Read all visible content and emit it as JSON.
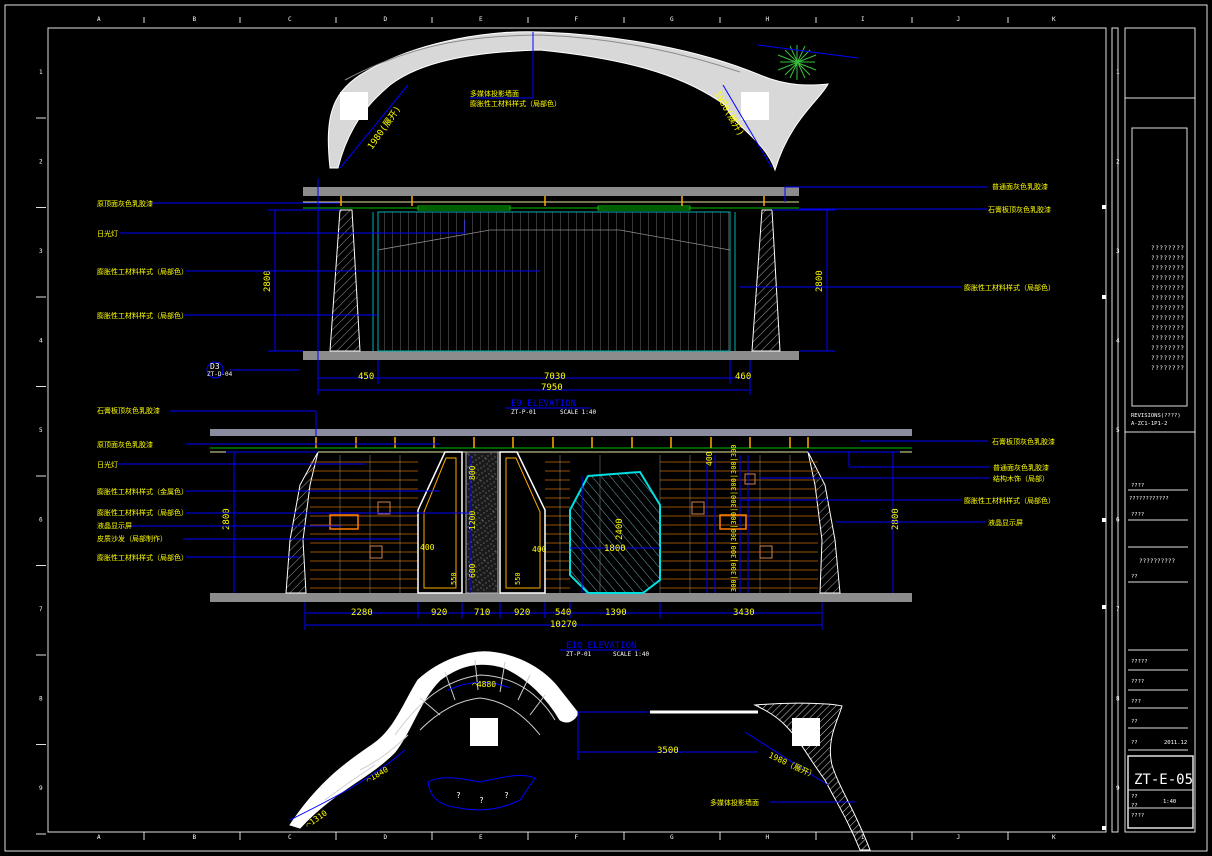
{
  "grid": {
    "columns": [
      "A",
      "B",
      "C",
      "D",
      "E",
      "F",
      "G",
      "H",
      "I",
      "J",
      "K"
    ],
    "rows": [
      "1",
      "2",
      "3",
      "4",
      "5",
      "6",
      "7",
      "8",
      "9"
    ]
  },
  "e9": {
    "title": "E9  ELEVATION",
    "ref": "ZT-P-01",
    "scale": "SCALE  1:40",
    "dims": {
      "d450": "450",
      "d7030": "7030",
      "d460": "460",
      "d7950": "7950",
      "h2800_left": "2800",
      "h2800_right": "2800",
      "arc_left": "1980(展开)",
      "arc_right": "1980(展开)"
    },
    "section_marker": {
      "code": "D3",
      "ref": "ZT-D-04"
    },
    "notes_top": [
      "多媒体投影墙面",
      "膨胀性工材料样式（局部色）"
    ],
    "notes_left": [
      "原顶面灰色乳胶漆",
      "日光灯",
      "膨胀性工材料样式（局部色）",
      "膨胀性工材料样式（局部色）"
    ],
    "notes_right": [
      "普通面灰色乳胶漆",
      "石膏板顶灰色乳胶漆",
      "膨胀性工材料样式（局部色）"
    ]
  },
  "e10": {
    "title": "E10  ELEVATION",
    "ref": "ZT-P-01",
    "scale": "SCALE  1:40",
    "dims_bottom": [
      "2280",
      "920",
      "710",
      "920",
      "540",
      "1390",
      "3430"
    ],
    "dim_total": "10270",
    "height_left": "2800",
    "height_right": "2800",
    "dims_inner": {
      "d800": "800",
      "d1200": "1200",
      "d600": "600",
      "d400a": "400",
      "d400b": "400",
      "d550a": "550",
      "d550b": "550",
      "d2400": "2400",
      "d1800": "1800",
      "d400c": "400",
      "stack": "300|300|300|300|300|300|300|300|300"
    },
    "notes_left": [
      "石膏板顶灰色乳胶漆",
      "原顶面灰色乳胶漆",
      "日光灯",
      "膨胀性工材料样式（金属色）",
      "膨胀性工材料样式（局部色）",
      "液晶显示屏",
      "皮质沙发（局部制作）",
      "膨胀性工材料样式（局部色）"
    ],
    "notes_right": [
      "石膏板顶灰色乳胶漆",
      "普通面灰色乳胶漆",
      "结构木饰（局部）",
      "膨胀性工材料样式（局部色）",
      "液晶显示屏"
    ]
  },
  "plan": {
    "dims": {
      "r4880": "⌒4880",
      "r1840": "⌒1840",
      "r1310": "⌒1310",
      "d3500": "3500",
      "d1980": "1980（展开）"
    },
    "note": "多媒体投影墙面",
    "marks": [
      "?",
      "?",
      "?"
    ]
  },
  "title_block": {
    "revisions": "REVISIONS(????)",
    "rev_date": "A-ZC1-1P1-2",
    "sheet_name": "????????????",
    "field_a": "????",
    "field_b": "????",
    "project": "??????????",
    "field_c": "??",
    "rows": [
      "?????",
      "????",
      "???",
      "??",
      "??",
      "??"
    ],
    "date": "2011.12",
    "drawing_no": "ZT-E-05",
    "scale_label": "??",
    "scale_value": "1:40",
    "footer": "????",
    "rev_marks": [
      "?",
      "?",
      "?",
      "?",
      "?",
      "?",
      "?",
      "?",
      "?",
      "?",
      "?",
      "?",
      "?"
    ]
  },
  "colors": {
    "yellow": "#ffff00",
    "blue": "#0000ff",
    "white": "#ffffff",
    "gray": "#8c8c8c",
    "cyan": "#00e0e0",
    "orange": "#ff7f00",
    "red": "#ff3030",
    "green": "#00c000",
    "magenta": "#ff00ff",
    "brown": "#b06040",
    "frame": "#e0e0e0"
  }
}
